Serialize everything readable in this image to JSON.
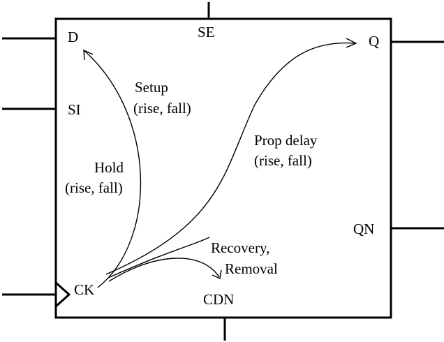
{
  "pins": {
    "d": "D",
    "se": "SE",
    "q": "Q",
    "si": "SI",
    "qn": "QN",
    "ck": "CK",
    "cdn": "CDN"
  },
  "arcs": {
    "setup_line1": "Setup",
    "setup_line2": "(rise, fall)",
    "hold_line1": "Hold",
    "hold_line2": "(rise, fall)",
    "prop_line1": "Prop delay",
    "prop_line2": "(rise, fall)",
    "recovery_line1": "Recovery,",
    "recovery_line2": "Removal"
  }
}
